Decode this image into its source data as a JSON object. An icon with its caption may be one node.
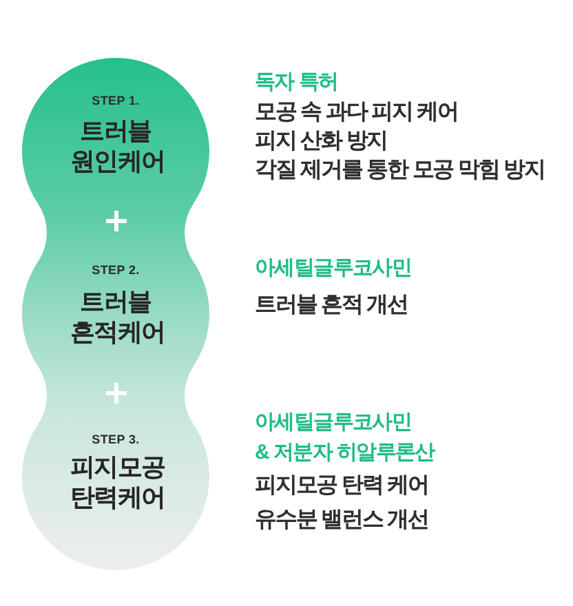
{
  "diagram": {
    "nodes": [
      {
        "text": [
          "STEP 1.",
          "트러블 원인케어"
        ],
        "beside": [
          "독자 특허",
          "모공 속 과다 피지 케어",
          "피지 산화 방지",
          "각질 제거를 통한 모공 막힘 방지"
        ]
      },
      {
        "text": [
          "STEP 2.",
          "트러블 흔적케어"
        ],
        "beside": [
          "아세틸글루코사민",
          "트러블 흔적 개선"
        ]
      },
      {
        "text": [
          "STEP 3.",
          "피지모공 탄력케어"
        ],
        "beside": [
          "아세틸글루코사민 & 저분자 히알루론산",
          "피지모공 탄력 케어",
          "유수분 밸런스 개선"
        ]
      }
    ]
  }
}
